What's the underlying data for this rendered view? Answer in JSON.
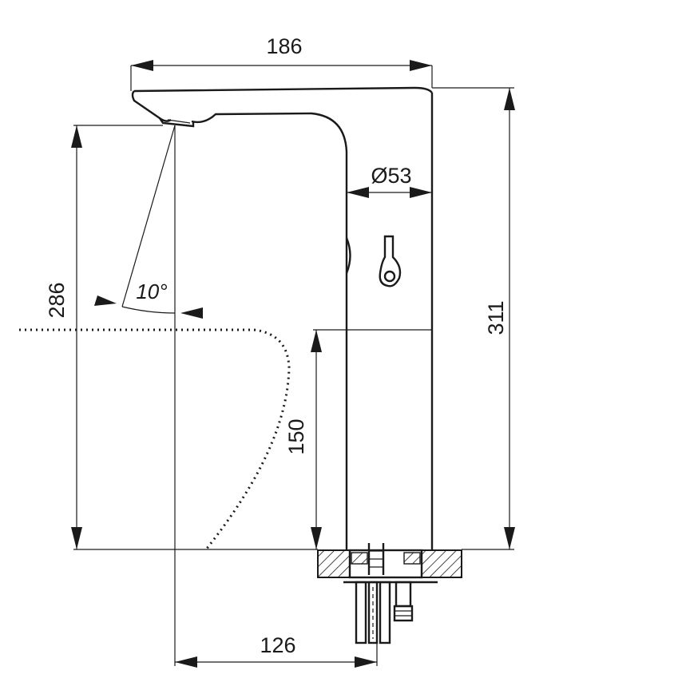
{
  "dimensions": {
    "overall_width": "186",
    "body_diameter": "Ø53",
    "overall_height": "311",
    "spout_height": "286",
    "sensor_height": "150",
    "spout_reach": "126",
    "spray_angle": "10°"
  },
  "colors": {
    "line": "#1a1a1a",
    "background": "#ffffff"
  }
}
